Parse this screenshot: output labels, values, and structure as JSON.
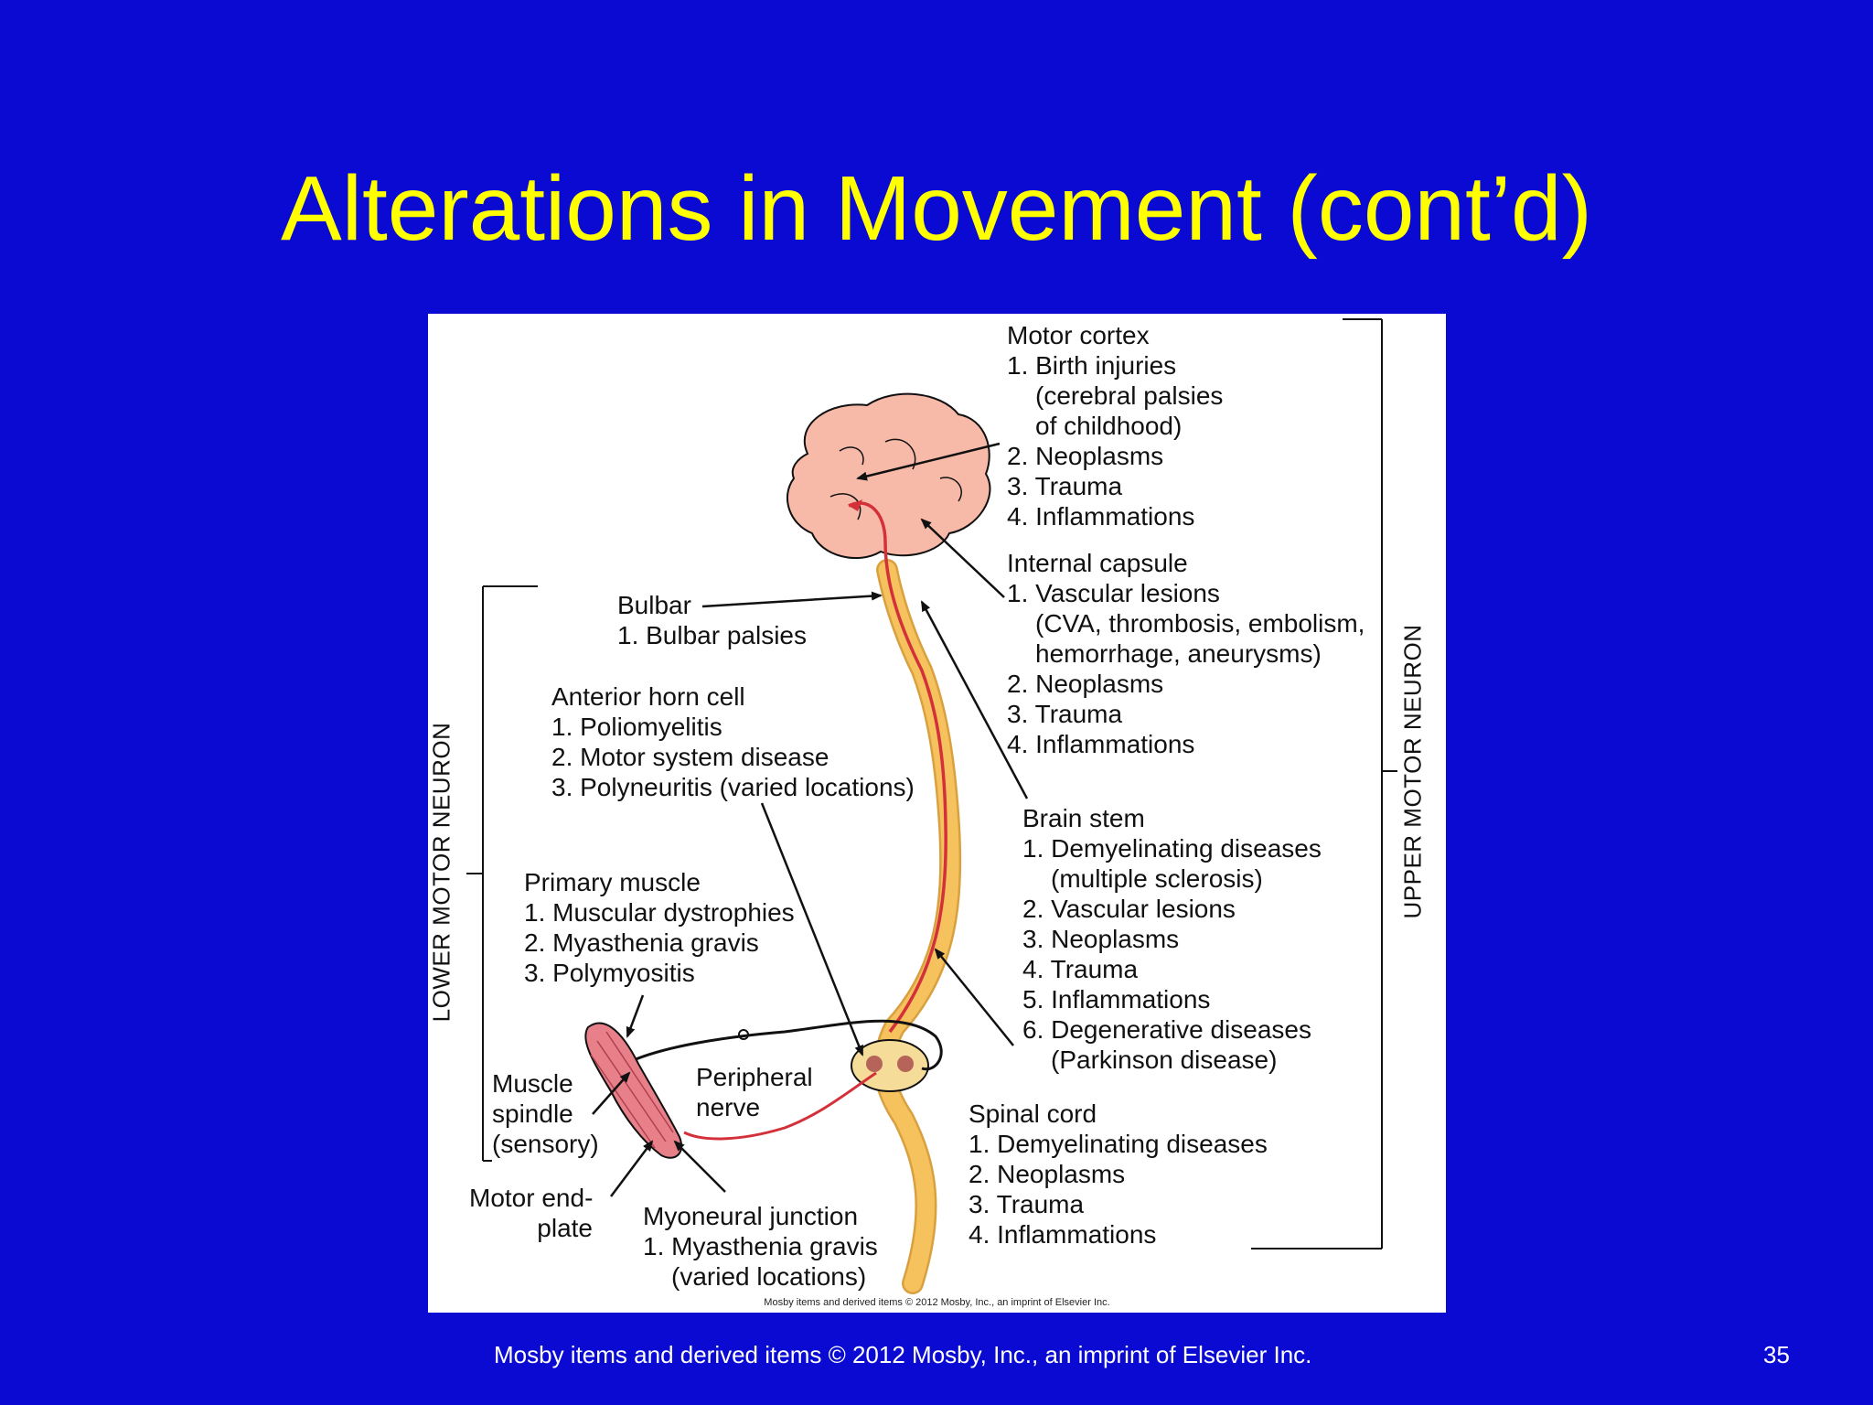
{
  "slide": {
    "title": "Alterations in Movement (cont’d)",
    "footer": "Mosby items and derived items © 2012 Mosby, Inc., an imprint of Elsevier Inc.",
    "page_number": "35"
  },
  "figure": {
    "credit": "Mosby items and derived items © 2012 Mosby, Inc., an imprint of Elsevier Inc.",
    "side_labels": {
      "upper": "UPPER MOTOR NEURON",
      "lower": "LOWER MOTOR NEURON"
    },
    "motor_cortex": {
      "heading": "Motor cortex",
      "lines": [
        "1. Birth injuries",
        "(cerebral palsies",
        "of childhood)",
        "2. Neoplasms",
        "3. Trauma",
        "4. Inflammations"
      ]
    },
    "internal_capsule": {
      "heading": "Internal capsule",
      "lines": [
        "1. Vascular lesions",
        "(CVA, thrombosis, embolism,",
        "hemorrhage, aneurysms)",
        "2. Neoplasms",
        "3. Trauma",
        "4. Inflammations"
      ]
    },
    "bulbar": {
      "heading": "Bulbar",
      "lines": [
        "1. Bulbar palsies"
      ]
    },
    "anterior_horn": {
      "heading": "Anterior horn cell",
      "lines": [
        "1. Poliomyelitis",
        "2. Motor system disease",
        "3. Polyneuritis (varied locations)"
      ]
    },
    "brain_stem": {
      "heading": "Brain stem",
      "lines": [
        "1. Demyelinating diseases",
        "(multiple sclerosis)",
        "2. Vascular lesions",
        "3. Neoplasms",
        "4. Trauma",
        "5. Inflammations",
        "6. Degenerative diseases",
        "(Parkinson disease)"
      ]
    },
    "primary_muscle": {
      "heading": "Primary muscle",
      "lines": [
        "1. Muscular dystrophies",
        "2. Myasthenia gravis",
        "3. Polymyositis"
      ]
    },
    "muscle_spindle": {
      "lines": [
        "Muscle",
        "spindle",
        "(sensory)"
      ]
    },
    "peripheral_nerve": {
      "lines": [
        "Peripheral",
        "nerve"
      ]
    },
    "spinal_cord": {
      "heading": "Spinal cord",
      "lines": [
        "1. Demyelinating diseases",
        "2. Neoplasms",
        "3. Trauma",
        "4. Inflammations"
      ]
    },
    "motor_endplate": {
      "lines": [
        "Motor end-",
        "plate"
      ]
    },
    "myoneural_junction": {
      "heading": "Myoneural junction",
      "lines": [
        "1. Myasthenia gravis",
        "(varied locations)"
      ]
    },
    "colors": {
      "background": "#0a0ad2",
      "title": "#ffff00",
      "brain": "#f7b9a8",
      "cord": "#f5c25e",
      "tract": "#d4303a",
      "muscle": "#e8808a"
    }
  }
}
